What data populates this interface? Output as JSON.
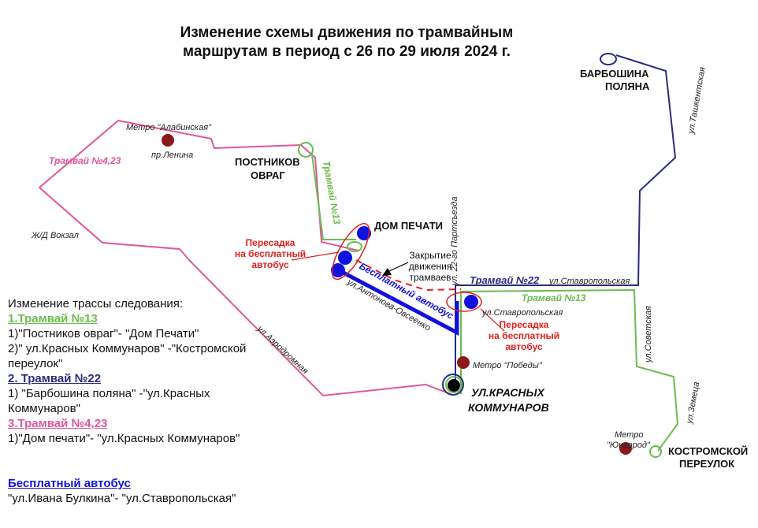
{
  "title_line1": "Изменение схемы движения по трамвайным",
  "title_line2": "маршрутам в период с 26 по 29 июля 2024 г.",
  "colors": {
    "tram_4_23": "#e0569a",
    "tram_13": "#6cbb4f",
    "tram_22": "#2b2b7d",
    "bus": "#1111dd",
    "transfer": "#e02020",
    "metro": "#8b1a1a"
  },
  "map_labels": {
    "metro_alabinskaya": "Метро \"Алабинская\"",
    "pr_lenina": "пр.Ленина",
    "tram_4_23": "Трамвай №4,23",
    "zd_vokzal": "Ж/Д Вокзал",
    "postnikov": [
      "ПОСТНИКОВ",
      "ОВРАГ"
    ],
    "tram_13_vertical": "Трамвай №13",
    "dom_pechati": "ДОМ ПЕЧАТИ",
    "transfer_left": [
      "Пересадка",
      "на бесплатный",
      "автобус"
    ],
    "closure": [
      "Закрытие",
      "движения",
      "трамваев"
    ],
    "ul_22_partsezda": "ул. 22-го Партсъезда",
    "free_bus": "Бесплатный автобус",
    "ul_antonova": "ул.Антонова-Овсеенко",
    "ul_aerodromnaya": "ул.Аэродромная",
    "tram_22": "Трамвай №22",
    "ul_stavropolskaya_top": "ул.Ставропольская",
    "tram_13": "Трамвай №13",
    "ul_stavropolskaya": "ул.Ставропольская",
    "transfer_right": [
      "Пересадка",
      "на бесплатный",
      "автобус"
    ],
    "metro_pobedy": "Метро \"Победы\"",
    "krasnykh_kommunarov": [
      "УЛ.КРАСНЫХ",
      "КОММУНАРОВ"
    ],
    "barboshina": [
      "БАРБОШИНА",
      "ПОЛЯНА"
    ],
    "ul_tashkentskaya": "ул.Ташкентская",
    "ul_sovetskaya": "ул.Советская",
    "ul_zemetsa": "ул.Земеца",
    "metro_yungorod": [
      "Метро",
      "\"Юнгород\""
    ],
    "kostromskoy": [
      "КОСТРОМСКОЙ",
      "ПЕРЕУЛОК"
    ]
  },
  "legend": {
    "heading": "Изменение трассы следования:",
    "s1_title": "1.Трамвай №13",
    "s1_items": [
      "1)\"Постников овраг\"- \"Дом Печати\"",
      "2)\" ул.Красных Коммунаров\" -\"Костромской переулок\""
    ],
    "s2_title": "2. Трамвай №22",
    "s2_items": [
      "1) \"Барбошина поляна\" -\"ул.Красных Коммунаров\""
    ],
    "s3_title": "3.Трамвай №4,23",
    "s3_items": [
      "1)\"Дом печати\"- \"ул.Красных Коммунаров\""
    ],
    "bus_title": "Бесплатный автобус",
    "bus_item": "\"ул.Ивана Булкина\"- \"ул.Ставропольская\""
  }
}
